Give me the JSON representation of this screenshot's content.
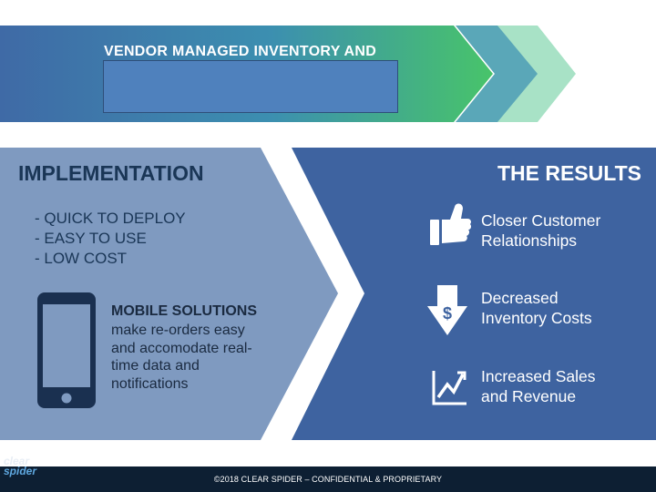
{
  "banner": {
    "title": "VENDOR MANAGED INVENTORY AND",
    "colors": {
      "band_start": "#3e6fa9",
      "band_end": "#4cc16a",
      "chevron_mid": "#5aa8b6",
      "chevron_light": "#a9e0c9"
    }
  },
  "implementation": {
    "heading": "IMPLEMENTATION",
    "points": [
      "- QUICK TO DEPLOY",
      "- EASY TO USE",
      "- LOW COST"
    ],
    "mobile": {
      "title": "MOBILE SOLUTIONS",
      "description": "make re-orders easy and accomodate real-time data and notifications",
      "icon": "smartphone-icon"
    },
    "panel_color": "#7e99bf"
  },
  "results": {
    "heading": "THE RESULTS",
    "items": [
      {
        "line1": "Closer Customer",
        "line2": "Relationships",
        "icon": "thumbs-up-icon"
      },
      {
        "line1": "Decreased",
        "line2": "Inventory Costs",
        "icon": "dollar-down-arrow-icon"
      },
      {
        "line1": "Increased Sales",
        "line2": "and Revenue",
        "icon": "growth-chart-icon"
      }
    ],
    "panel_color": "#3e64a0"
  },
  "footer": {
    "text": "©2018 CLEAR SPIDER – CONFIDENTIAL & PROPRIETARY",
    "logo_line1": "clear",
    "logo_line2": "spider"
  }
}
